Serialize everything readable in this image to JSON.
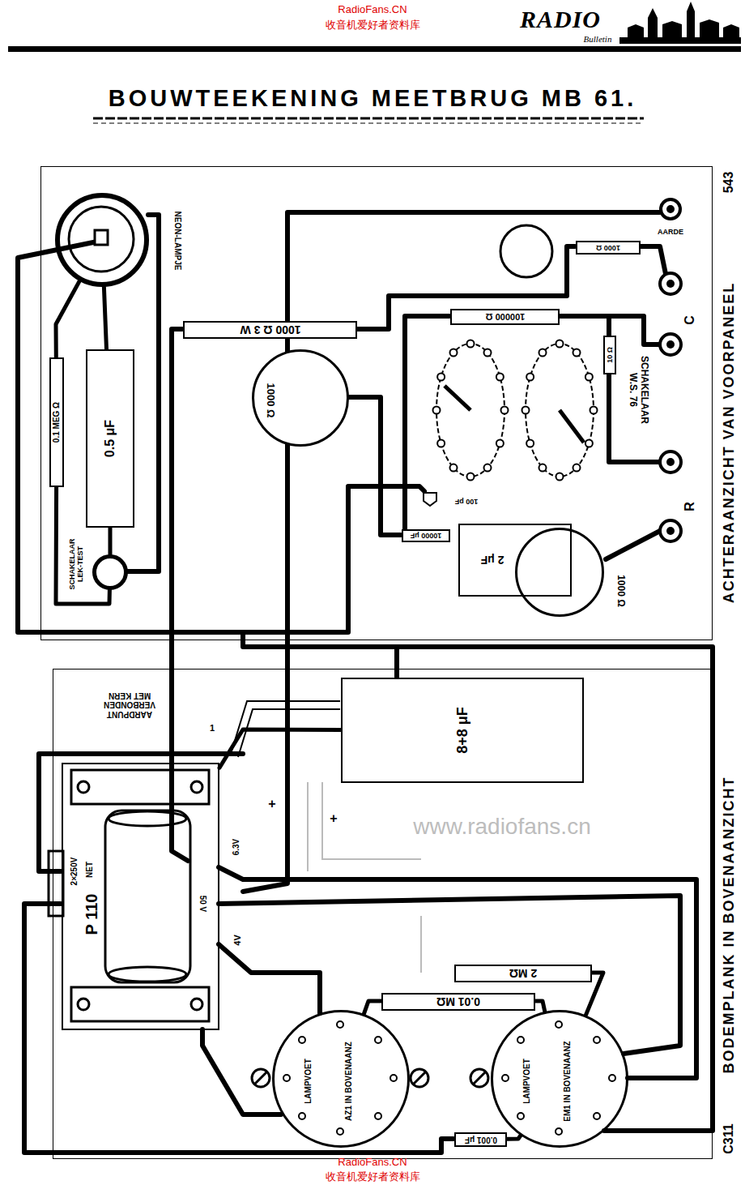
{
  "diagram": {
    "title": "BOUWTEEKENING MEETBRUG MB 61.",
    "nodes": [
      {
        "text": [
          "ACHTERAANZICHT VAN VOORPANEEL"
        ]
      },
      {
        "text": [
          "NEON-LAMPJE"
        ],
        "in": 0
      },
      {
        "text": [
          "0.1 MEG Ω"
        ],
        "in": 0
      },
      {
        "text": [
          "0.5 μF"
        ],
        "in": 0
      },
      {
        "text": [
          "SCHAKELAAR LEK-TEST"
        ],
        "in": 0
      },
      {
        "text": [
          "1000 Ω 3 W"
        ],
        "in": 0
      },
      {
        "text": [
          "1000 Ω"
        ],
        "in": 0
      },
      {
        "text": [
          "1000 Ω"
        ],
        "in": 0
      },
      {
        "text": [
          "100000 Ω"
        ],
        "in": 0
      },
      {
        "text": [
          "10 Ω"
        ],
        "in": 0
      },
      {
        "text": [
          "SCHAKELAAR W.S. 76"
        ],
        "in": 0
      },
      {
        "text": [
          "100 pF"
        ],
        "in": 0
      },
      {
        "text": [
          "10000 μF"
        ],
        "in": 0
      },
      {
        "text": [
          "2 μF"
        ],
        "in": 0
      },
      {
        "text": [
          "1000 Ω"
        ],
        "in": 0
      },
      {
        "text": [
          "BODEMPLANK IN BOVENAANZICHT"
        ]
      },
      {
        "text": [
          "8+8 μF"
        ],
        "in": 15
      },
      {
        "text": [
          "P 110"
        ],
        "in": 15
      },
      {
        "text": [
          "2 MΩ"
        ],
        "in": 15
      },
      {
        "text": [
          "0.01 MΩ"
        ],
        "in": 15
      },
      {
        "text": [
          "LAMPVOET",
          "AZ1 IN BOVENAANZ"
        ],
        "in": 15
      },
      {
        "text": [
          "LAMPVOET",
          "EM1 IN BOVENAANZ"
        ],
        "in": 15
      },
      {
        "text": [
          "0.001 μF"
        ],
        "in": 15
      }
    ],
    "edges": [
      {
        "from": 2,
        "to": 1,
        "arrow": "none"
      },
      {
        "from": 3,
        "to": 1,
        "arrow": "none"
      },
      {
        "from": 3,
        "to": 4,
        "arrow": "none"
      },
      {
        "from": 2,
        "to": 4,
        "arrow": "none"
      },
      {
        "from": 16,
        "to": 17,
        "arrow": "none"
      },
      {
        "from": 19,
        "to": 20,
        "arrow": "none"
      },
      {
        "from": 19,
        "to": 21,
        "arrow": "none"
      },
      {
        "from": 18,
        "to": 21,
        "arrow": "none"
      },
      {
        "from": 22,
        "to": 21,
        "arrow": "none"
      }
    ],
    "labels": [
      "RadioFans.CN",
      "收音机爱好者资料库",
      "RADIO",
      "Bulletin",
      "www.radiofans.cn",
      "543",
      "AARDE",
      "C",
      "R",
      "AARDPUNT VERBONDEN MET KERN",
      "1",
      "+",
      "+",
      "2×250V",
      "NET",
      "6.3V",
      "50 V",
      "4V",
      "C311",
      "RadioFans.CN",
      "收音机爱好者资料库"
    ]
  }
}
